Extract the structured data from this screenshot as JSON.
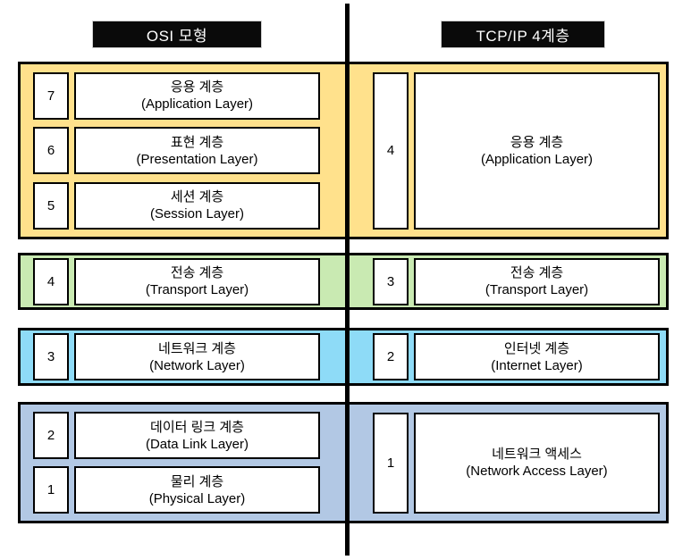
{
  "headers": {
    "left": "OSI 모형",
    "right": "TCP/IP 4계층"
  },
  "colors": {
    "application_band": "#FFE18C",
    "transport_band": "#C9EAB2",
    "network_band": "#8EDBF7",
    "link_band": "#B2C8E4",
    "header_bg": "#0A0A0A",
    "header_text": "#FFFFFF",
    "box_fill": "#FFFFFF",
    "border": "#000000"
  },
  "osi_layers": [
    {
      "num": "7",
      "ko": "응용 계층",
      "en": "(Application Layer)"
    },
    {
      "num": "6",
      "ko": "표현 계층",
      "en": "(Presentation Layer)"
    },
    {
      "num": "5",
      "ko": "세션 계층",
      "en": "(Session Layer)"
    },
    {
      "num": "4",
      "ko": "전송 계층",
      "en": "(Transport Layer)"
    },
    {
      "num": "3",
      "ko": "네트워크 계층",
      "en": "(Network Layer)"
    },
    {
      "num": "2",
      "ko": "데이터 링크 계층",
      "en": "(Data Link Layer)"
    },
    {
      "num": "1",
      "ko": "물리 계층",
      "en": "(Physical Layer)"
    }
  ],
  "tcpip_layers": [
    {
      "num": "4",
      "ko": "응용 계층",
      "en": "(Application Layer)"
    },
    {
      "num": "3",
      "ko": "전송 계층",
      "en": "(Transport Layer)"
    },
    {
      "num": "2",
      "ko": "인터넷 계층",
      "en": "(Internet Layer)"
    },
    {
      "num": "1",
      "ko": "네트워크 액세스",
      "en": "(Network Access Layer)"
    }
  ]
}
